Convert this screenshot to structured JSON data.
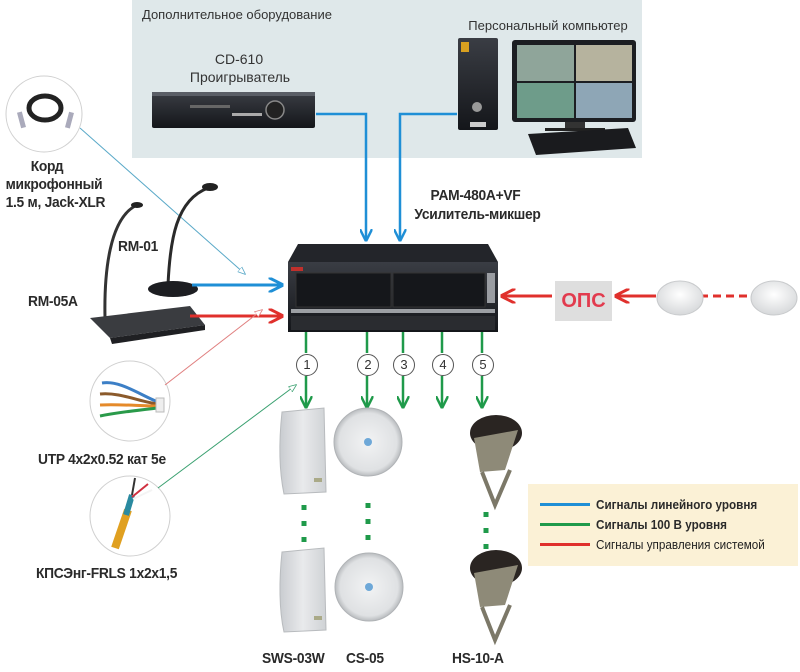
{
  "panel": {
    "title": "Дополнительное оборудование",
    "cd_player": {
      "model": "CD-610",
      "name": "Проигрыватель"
    },
    "pc": {
      "name": "Персональный компьютер"
    }
  },
  "amplifier": {
    "model": "PAM-480A+VF",
    "name": "Усилитель-микшер"
  },
  "microphones": {
    "rm01": "RM-01",
    "rm05a": "RM-05A"
  },
  "cables": {
    "mic_cord": [
      "Корд",
      "микрофонный",
      "1.5 м, Jack-XLR"
    ],
    "utp": "UTP 4x2x0.52 кат 5е",
    "kps": "КПСЭнг-FRLS 1x2x1,5"
  },
  "ops": {
    "label": "ОПС",
    "detector_separator": "- · · · -"
  },
  "zones": [
    "1",
    "2",
    "3",
    "4",
    "5"
  ],
  "speakers": {
    "sws": "SWS-03W",
    "cs": "CS-05",
    "hs": "HS-10-A"
  },
  "legend": [
    {
      "label": "Сигналы линейного уровня",
      "color": "#1f8fd6"
    },
    {
      "label": "Сигналы 100 В  уровня",
      "color": "#1f9a4a"
    },
    {
      "label": "Сигналы управления системой",
      "color": "#e0302c"
    }
  ],
  "colors": {
    "line": "#1f8fd6",
    "v100": "#1f9a4a",
    "control": "#e0302c",
    "ops_text": "#e23b4e"
  }
}
